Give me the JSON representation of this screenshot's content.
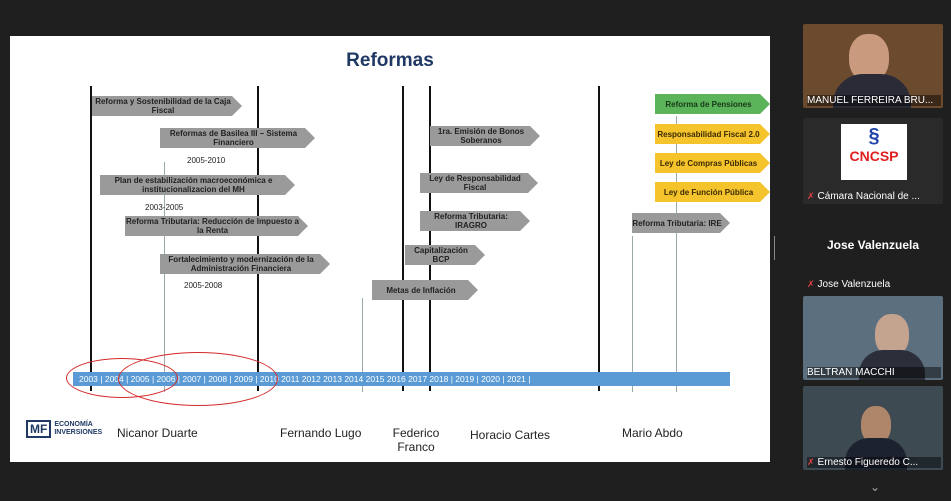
{
  "slide": {
    "title": "Reformas",
    "reforms": [
      {
        "text": "Reforma y Sostenibilidad de la Caja Fiscal"
      },
      {
        "text": "Reformas de Basilea III – Sistema Financiero"
      },
      {
        "text": "Plan de estabilización macroeconómica e institucionalizacion del MH"
      },
      {
        "text": "Reforma Tributaria: Reducción de Impuesto a la Renta"
      },
      {
        "text": "Fortalecimiento y modernización de la Administración Financiera"
      },
      {
        "text": "Metas de Inflación"
      },
      {
        "text": "1ra. Emisión de Bonos Soberanos"
      },
      {
        "text": "Ley de Responsabilidad Fiscal"
      },
      {
        "text": "Reforma Tributaria: IRAGRO"
      },
      {
        "text": "Capitalización BCP"
      },
      {
        "text": "Reforma de Pensiones"
      },
      {
        "text": "Responsabilidad Fiscal 2.0"
      },
      {
        "text": "Ley de Compras Públicas"
      },
      {
        "text": "Ley de Función Pública"
      },
      {
        "text": "Reforma Tributaria: IRE"
      }
    ],
    "ranges": [
      "2005-2010",
      "2003-2005",
      "2005-2008"
    ],
    "timeline": [
      "2003 | 2004 | 2005 | 2006 | 2007 | 2008 | 2009 | 2010   2011   2012   2013   2014   2015   2016   2017   2018 | 2019 | 2020 | 2021 |"
    ],
    "presidents": [
      "Nicanor Duarte",
      "Fernando Lugo",
      "Federico Franco",
      "Horacio Cartes",
      "Mario Abdo"
    ],
    "logo_mark": "MF",
    "logo_text": "ECONOMÍA INVERSIONES"
  },
  "participants": [
    {
      "name": "MANUEL FERREIRA BRU...",
      "muted": false
    },
    {
      "name": "Cámara Nacional de ...",
      "muted": true,
      "logo": "CNCSP"
    },
    {
      "name": "Jose Valenzuela",
      "muted": true,
      "header": "Jose Valenzuela"
    },
    {
      "name": "BELTRAN MACCHI",
      "muted": false
    },
    {
      "name": "Ernesto Figueredo C...",
      "muted": true
    }
  ],
  "colors": {
    "accent_green": "#5cb45a",
    "accent_yellow": "#f5c32c",
    "timeline_blue": "#5b9bd5",
    "arrow_gray": "#9a9a9a"
  }
}
